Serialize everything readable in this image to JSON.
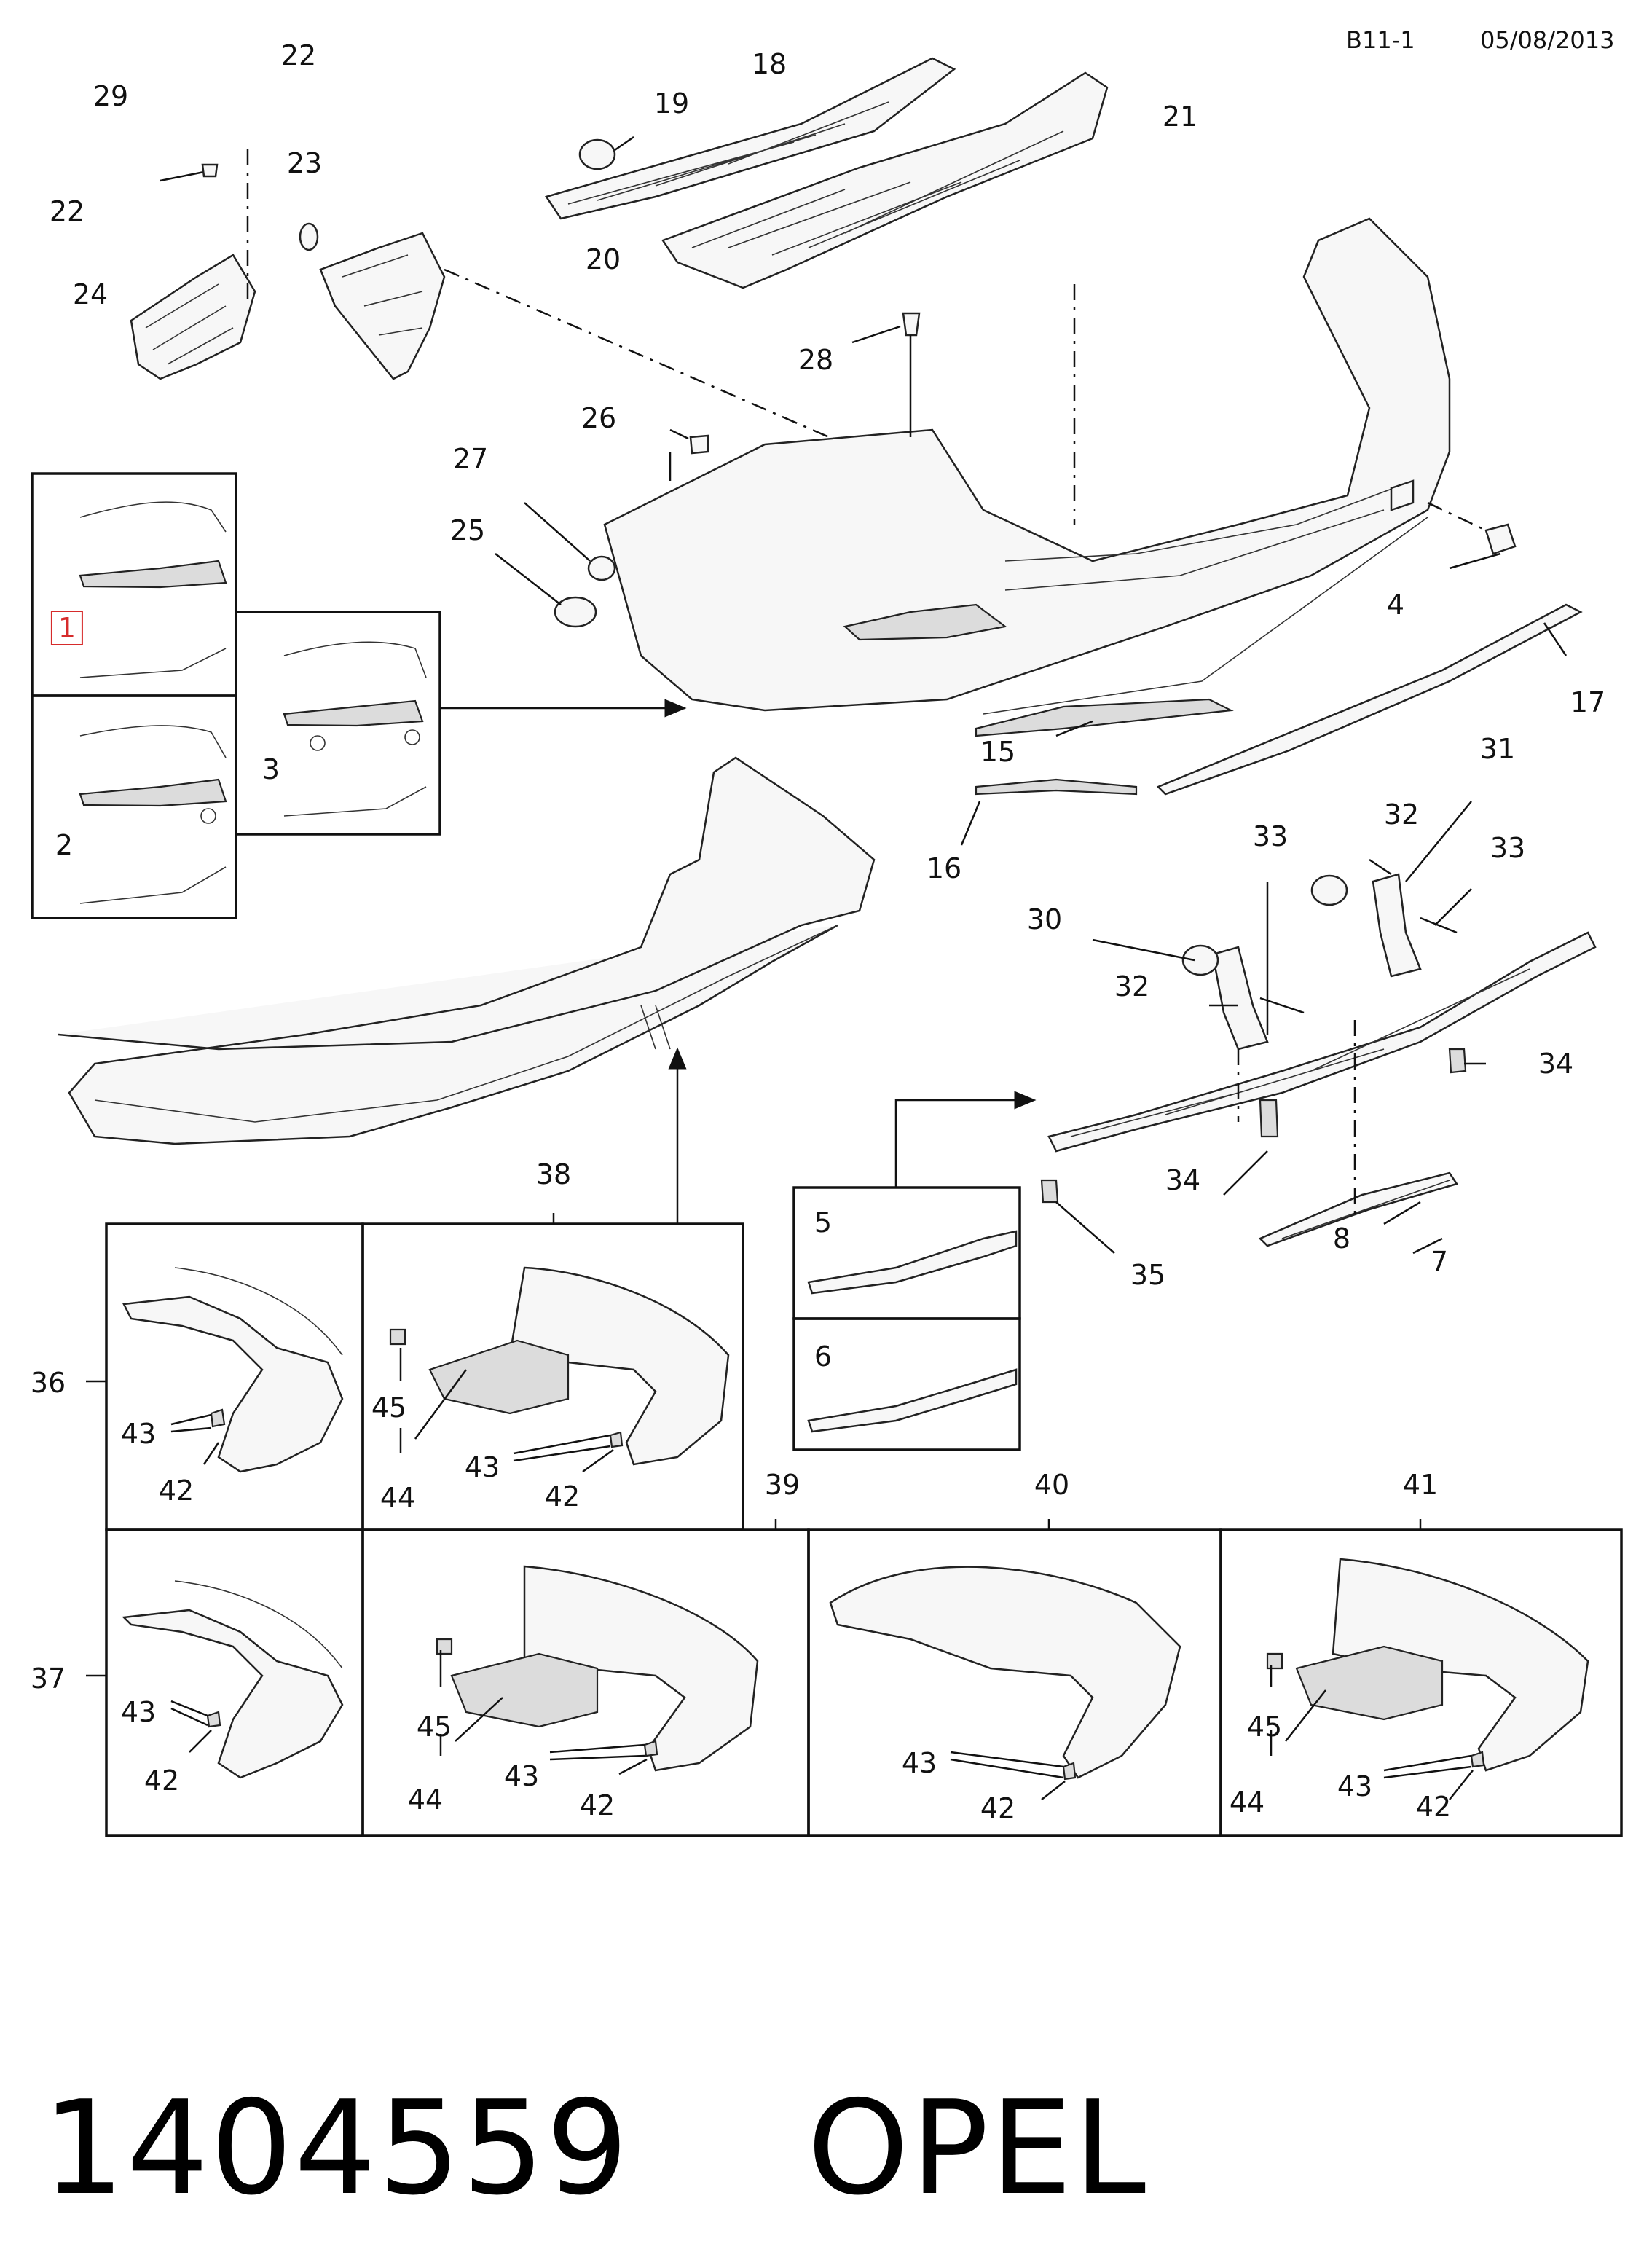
{
  "header": {
    "sheet_code": "B11-1",
    "date": "05/08/2013"
  },
  "callouts": {
    "c1": "1",
    "c2": "2",
    "c3": "3",
    "c4": "4",
    "c5": "5",
    "c6": "6",
    "c7": "7",
    "c8": "8",
    "c15": "15",
    "c16": "16",
    "c17": "17",
    "c18": "18",
    "c19": "19",
    "c20": "20",
    "c21": "21",
    "c22a": "22",
    "c22b": "22",
    "c23": "23",
    "c24": "24",
    "c25": "25",
    "c26": "26",
    "c27": "27",
    "c28": "28",
    "c29": "29",
    "c30": "30",
    "c31": "31",
    "c32a": "32",
    "c32b": "32",
    "c33a": "33",
    "c33b": "33",
    "c34a": "34",
    "c34b": "34",
    "c35": "35",
    "c36": "36",
    "c37": "37",
    "c38": "38",
    "c39": "39",
    "c40": "40",
    "c41": "41",
    "c42a": "42",
    "c42b": "42",
    "c42c": "42",
    "c42d": "42",
    "c42e": "42",
    "c42f": "42",
    "c43a": "43",
    "c43b": "43",
    "c43c": "43",
    "c43d": "43",
    "c43e": "43",
    "c43f": "43",
    "c44a": "44",
    "c44b": "44",
    "c44c": "44",
    "c45a": "45",
    "c45b": "45",
    "c45c": "45"
  },
  "footer": {
    "part_number": "1404559",
    "brand": "OPEL"
  }
}
